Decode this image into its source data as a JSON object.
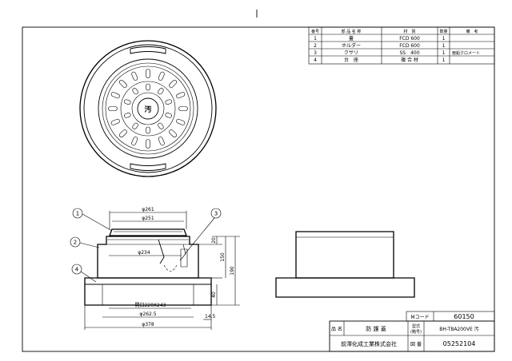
{
  "parts_table": {
    "headers": [
      "番号",
      "部 品 名 称",
      "材　質",
      "数量",
      "備　考"
    ],
    "rows": [
      [
        "1",
        "蓋",
        "FCD 600",
        "1",
        ""
      ],
      [
        "2",
        "ホルダー",
        "FCD 600",
        "1",
        ""
      ],
      [
        "3",
        "クサリ",
        "SS　400",
        "1",
        "亜鉛クロメート"
      ],
      [
        "4",
        "台　座",
        "複 合 材",
        "1",
        ""
      ]
    ]
  },
  "cover_mark": "汚",
  "balloons": [
    "1",
    "2",
    "3",
    "4"
  ],
  "dimensions": {
    "d261": "φ261",
    "d251": "φ251",
    "d234": "φ234",
    "opening": "開口220X243",
    "d262_5": "φ262.5",
    "d378": "φ378",
    "h20": "20",
    "h150": "150",
    "h190": "190",
    "h40": "40",
    "w14_5": "14.5"
  },
  "title_block": {
    "m_code_label": "Mコード",
    "m_code_value": "60150",
    "name_label": "品 名",
    "name_value": "防 護 蓋",
    "model_label": "型式",
    "model_sub": "(略号)",
    "model_value": "BH-TBA200VE 汚",
    "company": "前澤化成工業株式会社",
    "number_label": "図 番",
    "number_value": "05252104"
  }
}
